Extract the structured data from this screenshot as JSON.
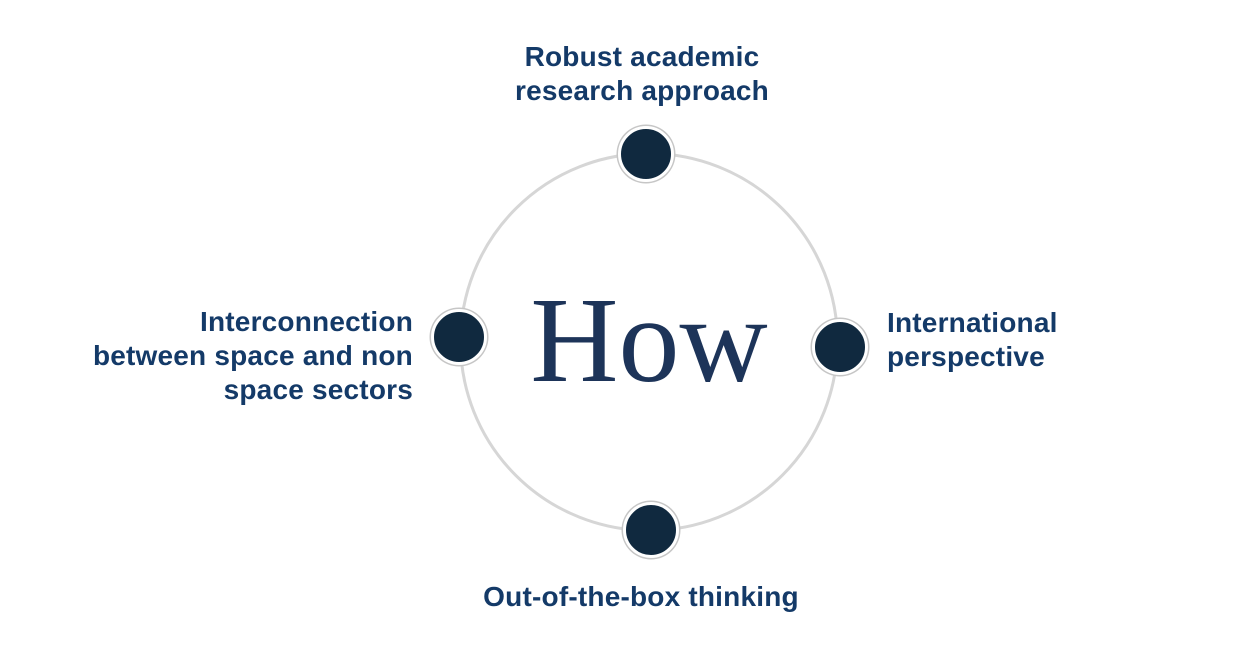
{
  "diagram": {
    "center_word": "How",
    "labels": {
      "top": {
        "text": "Robust academic research approach",
        "lines": [
          "Robust academic",
          "research approach"
        ]
      },
      "right": {
        "text": "International perspective",
        "lines": [
          "International",
          "perspective"
        ]
      },
      "bottom": {
        "text": "Out-of-the-box thinking",
        "lines": [
          "Out-of-the-box thinking"
        ]
      },
      "left": {
        "text": "Interconnection between space and non space sectors",
        "lines": [
          "Interconnection",
          "between space and non",
          "space sectors"
        ]
      }
    },
    "colors": {
      "node_fill": "#10293f",
      "node_outline": "#c6c6c6",
      "circle_stroke": "#d6d6d6",
      "label_text": "#143a68",
      "center_text": "#1d3459",
      "background": "#ffffff"
    }
  }
}
